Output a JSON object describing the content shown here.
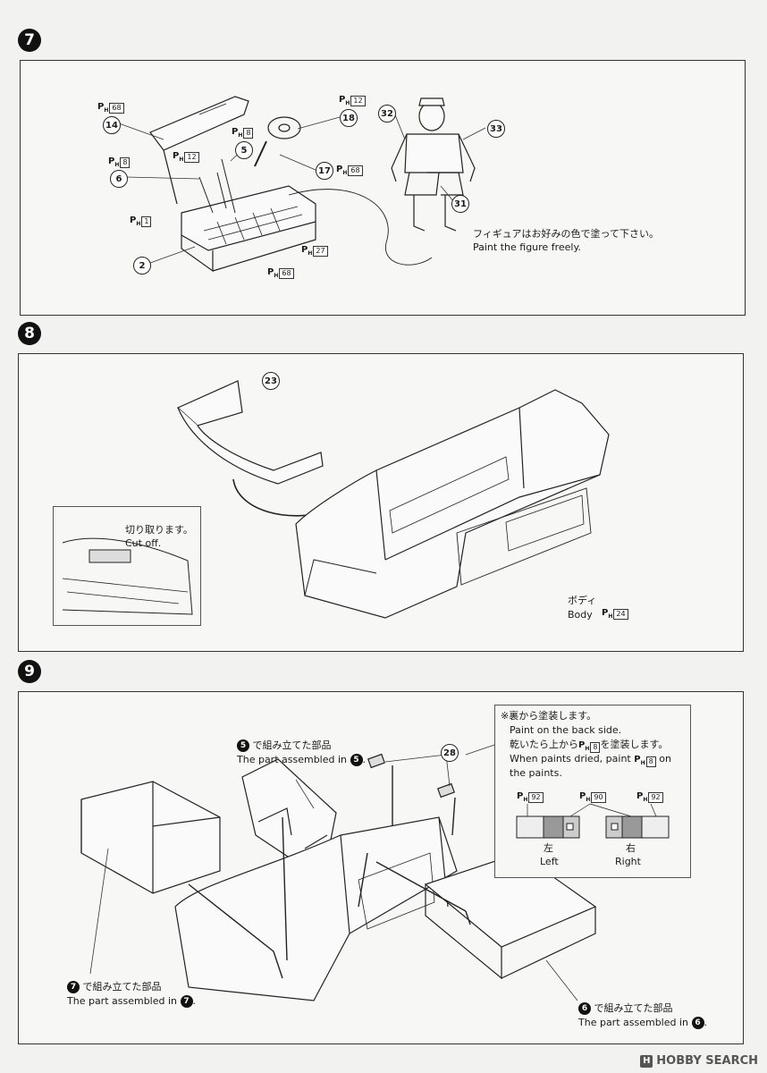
{
  "steps": [
    {
      "number": "7"
    },
    {
      "number": "8"
    },
    {
      "number": "9"
    }
  ],
  "step7": {
    "callouts": [
      "14",
      "5",
      "6",
      "2",
      "18",
      "17",
      "32",
      "33",
      "31"
    ],
    "paints": [
      {
        "ph": "PH",
        "code": "68"
      },
      {
        "ph": "PH",
        "code": "8"
      },
      {
        "ph": "PH",
        "code": "12"
      },
      {
        "ph": "PH",
        "code": "8"
      },
      {
        "ph": "PH",
        "code": "1"
      },
      {
        "ph": "PH",
        "code": "27"
      },
      {
        "ph": "PH",
        "code": "68"
      },
      {
        "ph": "PH",
        "code": "12"
      },
      {
        "ph": "PH",
        "code": "68"
      }
    ],
    "figure_note_jp": "フィギュアはお好みの色で塗って下さい。",
    "figure_note_en": "Paint the figure freely."
  },
  "step8": {
    "callout": "23",
    "cut_jp": "切り取ります。",
    "cut_en": "Cut off.",
    "body_jp": "ボディ",
    "body_en": "Body",
    "body_paint": {
      "ph": "PH",
      "code": "24"
    }
  },
  "step9": {
    "callout": "28",
    "part5_jp": "で組み立てた部品",
    "part5_en": "The part assembled in",
    "part5_num": "5",
    "part7_jp": "で組み立てた部品",
    "part7_en": "The part assembled in",
    "part7_num": "7",
    "part6_jp": "で組み立てた部品",
    "part6_en": "The part assembled in",
    "part6_num": "6",
    "note_line1": "※裏から塗装します。",
    "note_line2": "Paint on the back side.",
    "note_line3_a": "乾いたら上から",
    "note_line3_code": "8",
    "note_line3_b": "を塗装します。",
    "note_line4_a": "When paints dried, paint",
    "note_line4_code": "8",
    "note_line4_b": "on",
    "note_line5": "the paints.",
    "lamp_paints": [
      {
        "ph": "PH",
        "code": "92"
      },
      {
        "ph": "PH",
        "code": "90"
      },
      {
        "ph": "PH",
        "code": "92"
      }
    ],
    "left_jp": "左",
    "left_en": "Left",
    "right_jp": "右",
    "right_en": "Right"
  },
  "watermark": {
    "logo": "H",
    "text": "HOBBY SEARCH"
  }
}
